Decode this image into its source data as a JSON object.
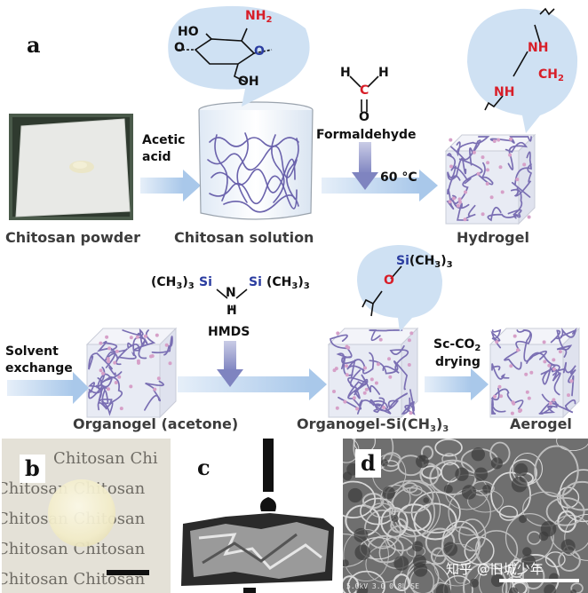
{
  "panel_letters": {
    "a": "a",
    "b": "b",
    "c": "c",
    "d": "d"
  },
  "captions": {
    "powder": "Chitosan powder",
    "solution": "Chitosan solution",
    "hydrogel": "Hydrogel",
    "organogel": "Organogel (acetone)",
    "organogel_si": "Organogel-Si(CH",
    "organogel_si_sub": "3",
    "organogel_si_end": ")",
    "organogel_si_end_sub": "3",
    "aerogel": "Aerogel"
  },
  "steps": {
    "acetic_1": "Acetic",
    "acetic_2": "acid",
    "formaldehyde": "Formaldehyde",
    "temperature": "60 °C",
    "solvent_1": "Solvent",
    "solvent_2": "exchange",
    "hmds": "HMDS",
    "sc_1": "Sc-CO",
    "sc_1_sub": "2",
    "sc_2": "drying"
  },
  "chem": {
    "ho": "HO",
    "nh": "NH",
    "nh_sub": "2",
    "o": "O",
    "oh": "OH",
    "h": "H",
    "c": "C",
    "nh_top": "NH",
    "ch": "CH",
    "ch_sub": "2",
    "nh_bottom": "NH",
    "hmds_left_a": "(CH",
    "hmds_left_sub": "3",
    "hmds_left_b": ")",
    "hmds_left_sub2": "3",
    "si": "Si",
    "n": "N",
    "hmds_right_a": "(CH",
    "hmds_right_sub": "3",
    "hmds_right_b": ")",
    "hmds_right_sub2": "3",
    "si_top": "Si",
    "si_top_rest": "(CH",
    "si_top_sub": "3",
    "si_top_end": ")",
    "si_top_sub2": "3"
  },
  "panel_b": {
    "word": "Chitosan",
    "partial": "Chi"
  },
  "panel_d": {
    "watermark": "知乎 @旧城少年",
    "sem_info": "5.0kV 3.0 0.8L SE"
  },
  "colors": {
    "arrow_blue": "#b9d3ee",
    "network_purple": "#7a6fb3",
    "crosslink_pink": "#d6a0c8",
    "cube_face": "#e8ebf4",
    "bubble": "#cfe1f3",
    "atom_red": "#d81e28",
    "atom_blue": "#2b3da0"
  }
}
